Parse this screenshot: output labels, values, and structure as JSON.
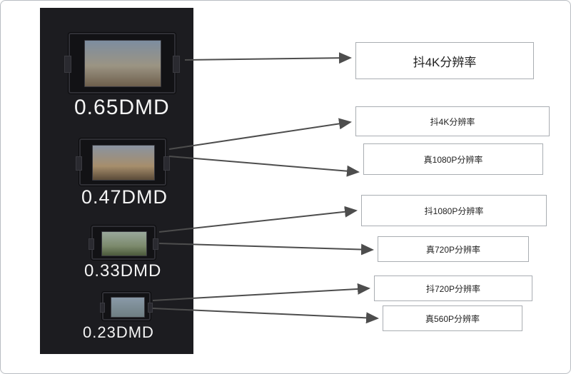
{
  "diagram": {
    "chips": [
      {
        "label": "0.65DMD",
        "resolutions": [
          "抖4K分辨率"
        ]
      },
      {
        "label": "0.47DMD",
        "resolutions": [
          "抖4K分辨率",
          "真1080P分辨率"
        ]
      },
      {
        "label": "0.33DMD",
        "resolutions": [
          "抖1080P分辨率",
          "真720P分辨率"
        ]
      },
      {
        "label": "0.23DMD",
        "resolutions": [
          "抖720P分辨率",
          "真560P分辨率"
        ]
      }
    ],
    "boxes": [
      {
        "label": "抖4K分辨率"
      },
      {
        "label": "抖4K分辨率"
      },
      {
        "label": "真1080P分辨率"
      },
      {
        "label": "抖1080P分辨率"
      },
      {
        "label": "真720P分辨率"
      },
      {
        "label": "抖720P分辨率"
      },
      {
        "label": "真560P分辨率"
      }
    ],
    "colors": {
      "panel_background": "#1c1c20",
      "arrow": "#4d4d4d",
      "box_border": "#a9adb2"
    }
  }
}
